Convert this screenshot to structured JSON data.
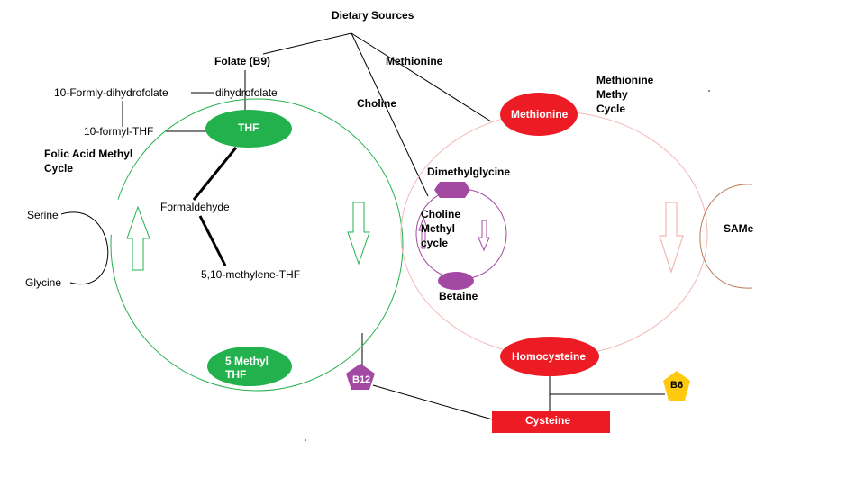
{
  "title": "Dietary Sources",
  "sources": {
    "folate": "Folate (B9)",
    "methionine": "Methionine",
    "choline": "Choline"
  },
  "folate_cycle": {
    "label_line1": "Folic Acid Methyl",
    "label_line2": "Cycle",
    "thf": "THF",
    "methyl_thf_line1": "5 Methyl",
    "methyl_thf_line2": "THF",
    "formaldehyde": "Formaldehyde",
    "methylene_thf": "5,10-methylene-THF",
    "ten_formyl_dihydrofolate": "10-Formly-dihydrofolate",
    "dihydrofolate": "dihydrofolate",
    "ten_formyl_thf": "10-formyl-THF",
    "serine": "Serine",
    "glycine": "Glycine"
  },
  "choline_cycle": {
    "dimethylglycine": "Dimethylglycine",
    "label_line1": "Choline",
    "label_line2": "Methyl",
    "label_line3": "cycle",
    "betaine": "Betaine"
  },
  "methionine_cycle": {
    "label_line1": "Methionine",
    "label_line2": "Methy",
    "label_line3": "Cycle",
    "methionine": "Methionine",
    "homocysteine": "Homocysteine",
    "same": "SAMe"
  },
  "cofactors": {
    "b12": "B12",
    "b6": "B6",
    "cysteine": "Cysteine"
  },
  "colors": {
    "green": "#22b14c",
    "red": "#ed1c24",
    "pink": "#f5b5b5",
    "purple": "#a349a4",
    "yellow": "#ffc90e",
    "brown": "#b97a57"
  }
}
